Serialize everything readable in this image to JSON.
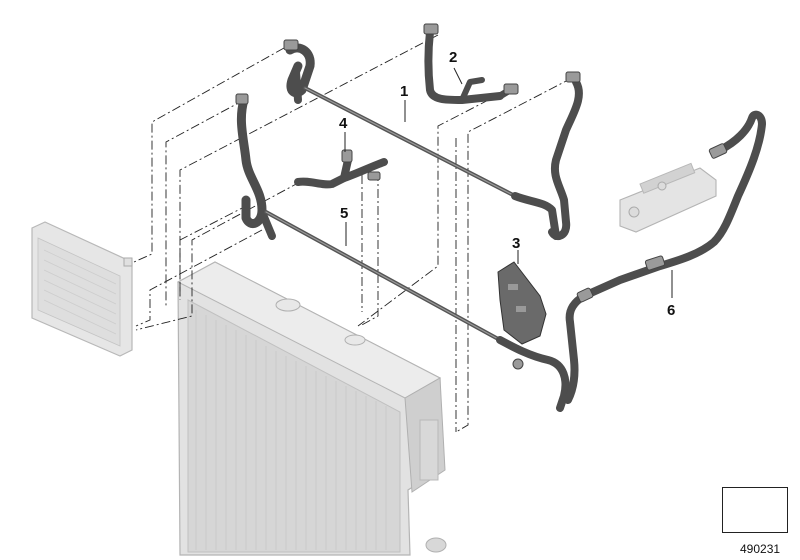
{
  "callouts": [
    {
      "id": "1",
      "label": "1"
    },
    {
      "id": "2",
      "label": "2"
    },
    {
      "id": "3",
      "label": "3"
    },
    {
      "id": "4",
      "label": "4"
    },
    {
      "id": "5",
      "label": "5"
    },
    {
      "id": "6",
      "label": "6"
    }
  ],
  "document": {
    "number": "490231"
  },
  "colors": {
    "hose": "#4d4d4d",
    "hose_highlight": "#7a7a7a",
    "ghost_part": "#dcdcdc",
    "ghost_outline": "#b0b0b0",
    "leader_line": "#222222"
  },
  "icons": {
    "navigation": "folder-arrow-icon"
  }
}
